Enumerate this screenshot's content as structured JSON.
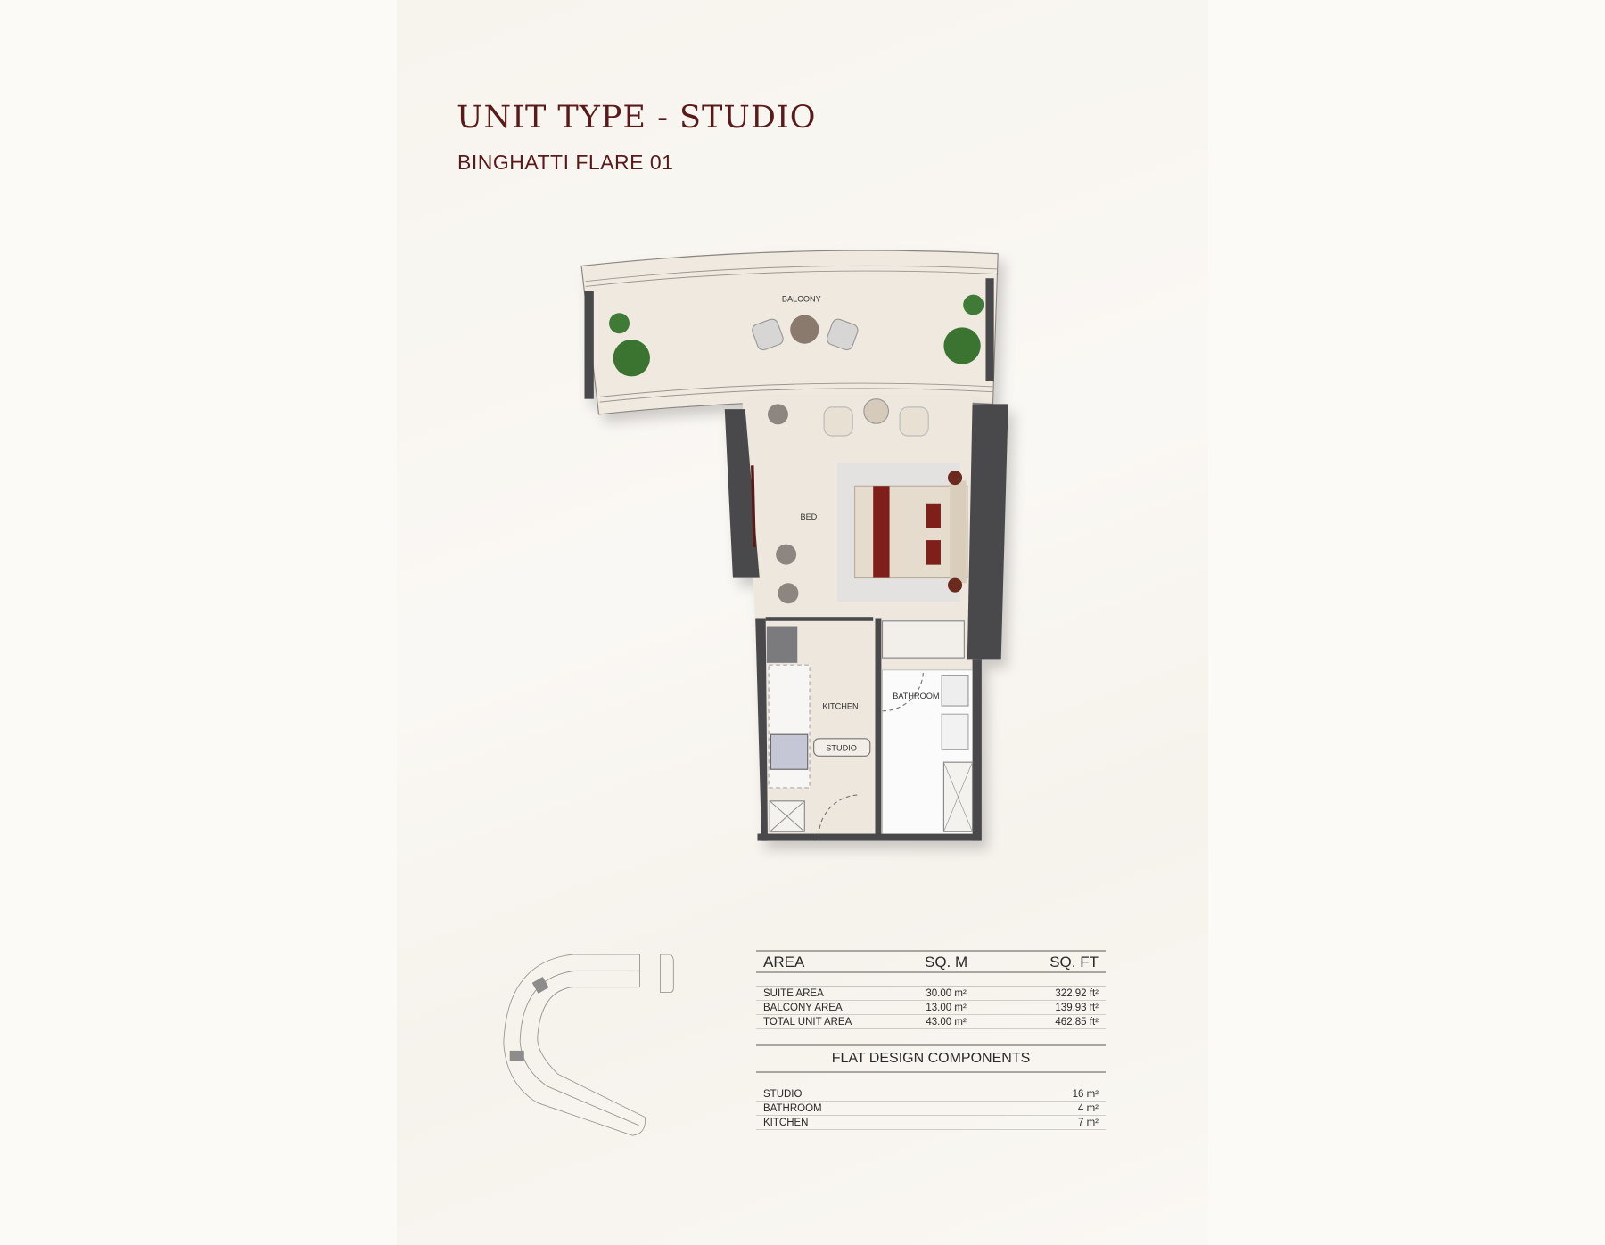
{
  "header": {
    "title": "UNIT TYPE - STUDIO",
    "subtitle": "BINGHATTI FLARE 01"
  },
  "floor_plan": {
    "labels": {
      "balcony": "BALCONY",
      "bed": "BED",
      "kitchen": "KITCHEN",
      "bathroom": "BATHROOM",
      "studio_tag": "STUDIO"
    }
  },
  "area_table": {
    "headers": [
      "AREA",
      "SQ. M",
      "SQ. FT"
    ],
    "rows": [
      {
        "label": "SUITE AREA",
        "sqm": "30.00 m²",
        "sqft": "322.92 ft²"
      },
      {
        "label": "BALCONY AREA",
        "sqm": "13.00 m²",
        "sqft": "139.93 ft²"
      },
      {
        "label": "TOTAL UNIT AREA",
        "sqm": "43.00 m²",
        "sqft": "462.85 ft²"
      }
    ]
  },
  "components": {
    "title": "FLAT DESIGN COMPONENTS",
    "rows": [
      {
        "label": "STUDIO",
        "value": "16 m²"
      },
      {
        "label": "BATHROOM",
        "value": "4 m²"
      },
      {
        "label": "KITCHEN",
        "value": "7 m²"
      }
    ]
  },
  "colors": {
    "accent": "#5a1a1a",
    "wall": "#4a4a4c",
    "floor": "#ece6dc"
  }
}
